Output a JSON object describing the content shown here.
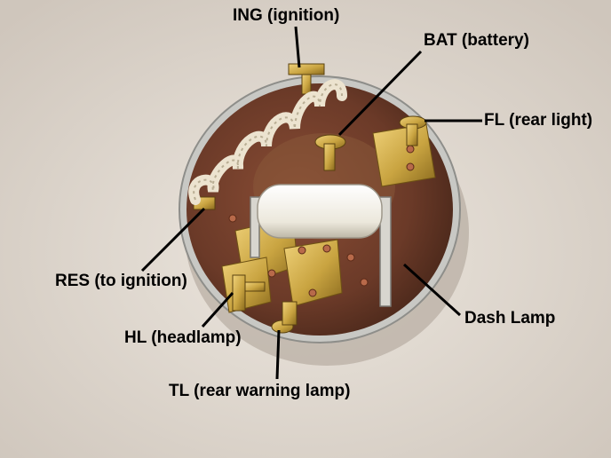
{
  "labels": {
    "ing": "ING (ignition)",
    "bat": "BAT (battery)",
    "fl": "FL (rear light)",
    "res": "RES (to ignition)",
    "dash": "Dash Lamp",
    "hl": "HL (headlamp)",
    "tl": "TL (rear warning lamp)"
  },
  "colors": {
    "background": "#ddd5cc",
    "bakelite": "#6b3a28",
    "brass": "#c9a441",
    "metal_rim": "#c8c8c4",
    "ceramic": "#f1efe6",
    "wire_coil": "#ece3cf",
    "label_text": "#000000",
    "leader_line": "#000000"
  }
}
